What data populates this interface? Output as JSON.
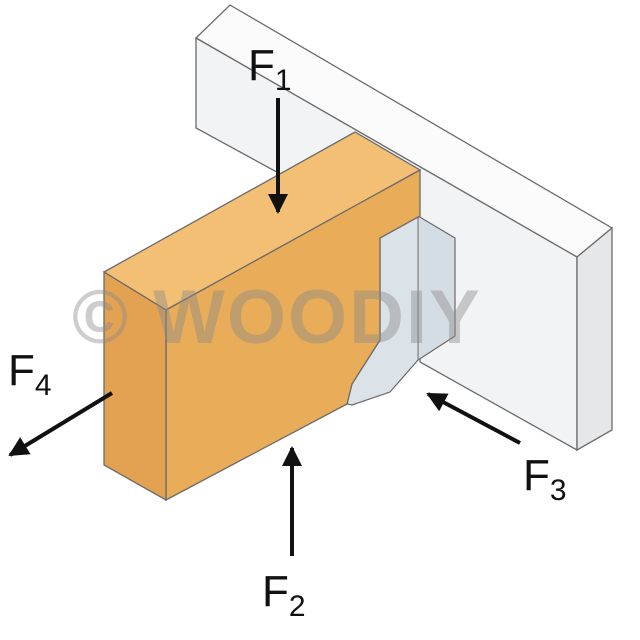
{
  "watermark": {
    "text": "© WOODIY"
  },
  "forces": [
    {
      "id": "f1",
      "symbol": "F",
      "subscript": "1"
    },
    {
      "id": "f2",
      "symbol": "F",
      "subscript": "2"
    },
    {
      "id": "f3",
      "symbol": "F",
      "subscript": "3"
    },
    {
      "id": "f4",
      "symbol": "F",
      "subscript": "4"
    }
  ],
  "colors": {
    "wall_front": "#f2f3f4",
    "wall_side": "#e6e7e9",
    "wall_top": "#fbfbfc",
    "joist_front": "#e9ac59",
    "joist_top": "#f2bf74",
    "joist_end": "#e3a252",
    "hanger": "#d5dde4",
    "stroke": "#6b6b6b",
    "arrow": "#111111"
  }
}
